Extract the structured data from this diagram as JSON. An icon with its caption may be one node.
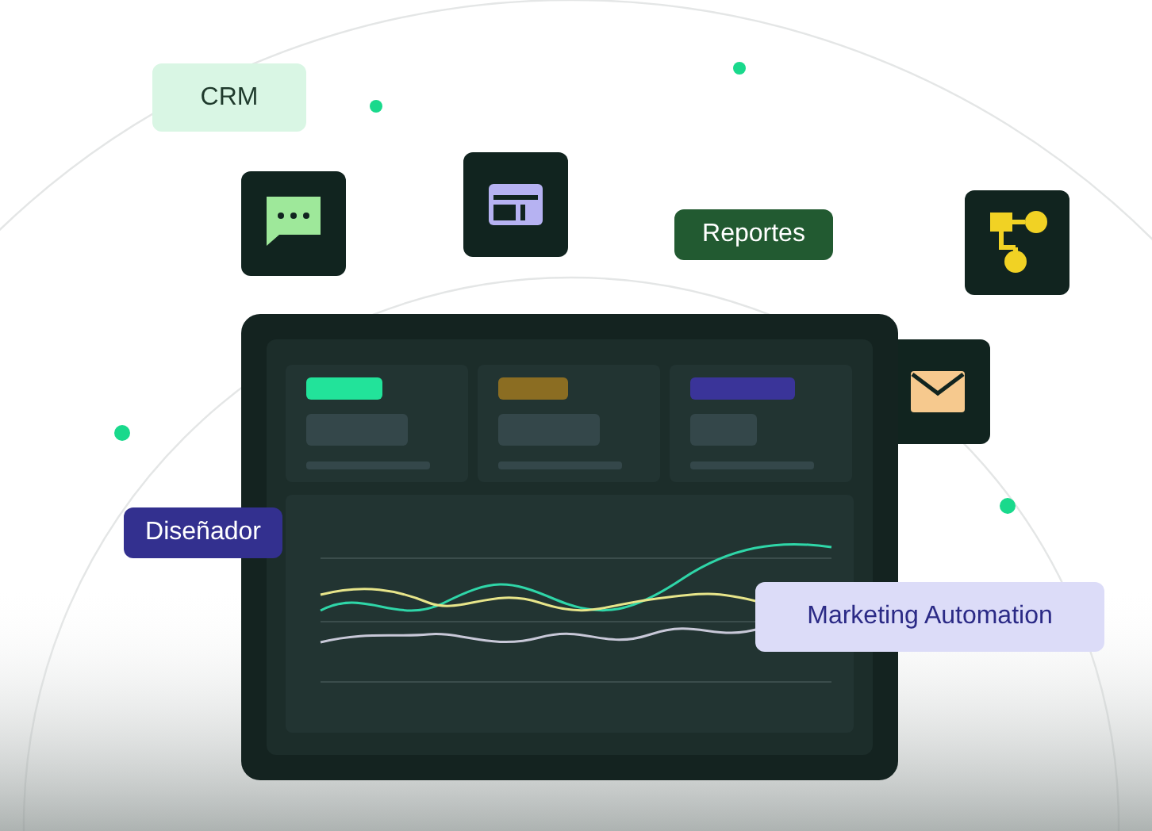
{
  "diagram": {
    "nodes": [
      {
        "text": [
          "CRM"
        ]
      },
      {
        "text": [
          "Reportes"
        ]
      },
      {
        "text": [
          "Diseñador"
        ]
      },
      {
        "text": [
          "Marketing Automation"
        ]
      }
    ]
  }
}
